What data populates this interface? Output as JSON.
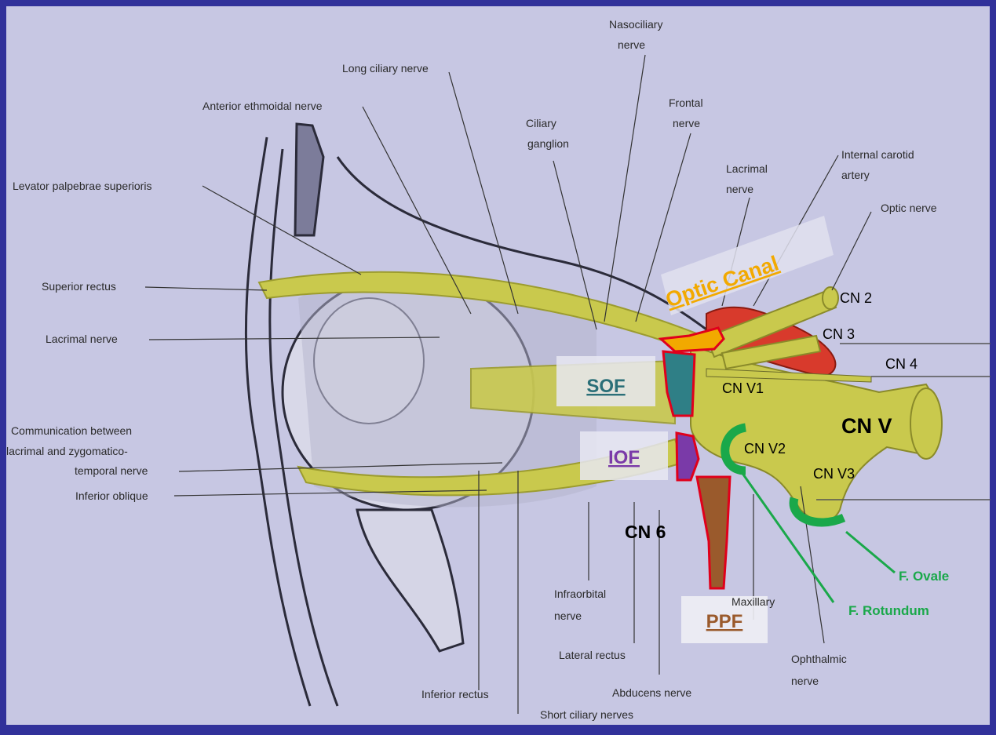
{
  "labels": {
    "nasociliary_1": "Nasociliary",
    "nasociliary_2": "nerve",
    "long_ciliary": "Long ciliary nerve",
    "anterior_ethmoidal": "Anterior ethmoidal nerve",
    "ciliary_ganglion_1": "Ciliary",
    "ciliary_ganglion_2": "ganglion",
    "frontal_1": "Frontal",
    "frontal_2": "nerve",
    "internal_carotid_1": "Internal carotid",
    "internal_carotid_2": "artery",
    "lacrimal_top_1": "Lacrimal",
    "lacrimal_top_2": "nerve",
    "levator": "Levator palpebrae superioris",
    "optic_nerve": "Optic nerve",
    "superior_rectus": "Superior rectus",
    "lacrimal_left": "Lacrimal nerve",
    "communication_1": "Communication between",
    "communication_2": "lacrimal and zygomatico-",
    "communication_3": "temporal nerve",
    "inferior_oblique": "Inferior oblique",
    "infraorbital_1": "Infraorbital",
    "infraorbital_2": "nerve",
    "maxillary": "Maxillary",
    "lateral_rectus": "Lateral rectus",
    "inferior_rectus": "Inferior rectus",
    "abducens": "Abducens nerve",
    "short_ciliary": "Short ciliary nerves",
    "ophthalmic_1": "Ophthalmic",
    "ophthalmic_2": "nerve"
  },
  "overlays": {
    "optic_canal": "Optic Canal",
    "sof": "SOF",
    "iof": "IOF",
    "ppf": "PPF",
    "cn2": "CN 2",
    "cn3": "CN 3",
    "cn4": "CN 4",
    "cnv1": "CN V1",
    "cnv": "CN V",
    "cnv2": "CN V2",
    "cnv3": "CN V3",
    "cn6": "CN 6",
    "f_ovale": "F. Ovale",
    "f_rotundum": "F. Rotundum"
  },
  "colors": {
    "frame": "#31319a",
    "background": "#c7c7e3",
    "nerve": "#c9c94d",
    "artery": "#d83a2c",
    "optic_canal": "#f2a900",
    "sof": "#2f7f86",
    "iof": "#7a3aa8",
    "ppf": "#9a5a2c",
    "foramen": "#1aa84a",
    "outline": "#e0001b"
  }
}
